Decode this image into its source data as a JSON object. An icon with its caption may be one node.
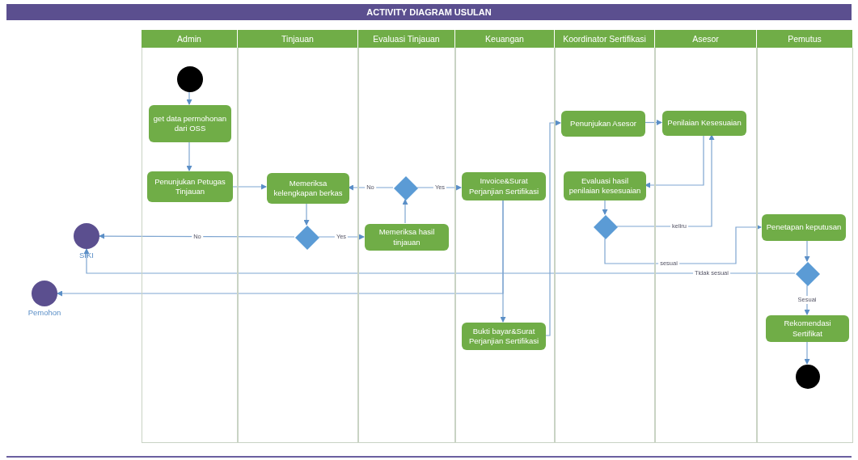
{
  "diagram": {
    "title": "ACTIVITY DIAGRAM USULAN",
    "nodes": [
      {
        "text": [
          "Admin"
        ]
      },
      {
        "text": [],
        "shape": "circle",
        "in": 0
      },
      {
        "text": [
          "get data permohonan dari OSS"
        ],
        "in": 0
      },
      {
        "text": [
          "Penunjukan Petugas Tinjauan"
        ],
        "in": 0
      },
      {
        "text": [
          "Tinjauan"
        ]
      },
      {
        "text": [
          "Memeriksa kelengkapan berkas"
        ],
        "in": 4
      },
      {
        "text": [],
        "shape": "diamond",
        "in": 4
      },
      {
        "text": [
          "Evaluasi Tinjauan"
        ]
      },
      {
        "text": [],
        "shape": "diamond",
        "in": 7
      },
      {
        "text": [
          "Memeriksa hasil tinjauan"
        ],
        "in": 7
      },
      {
        "text": [
          "Keuangan"
        ]
      },
      {
        "text": [
          "Invoice&Surat Perjanjian Sertifikasi"
        ],
        "in": 10
      },
      {
        "text": [
          "Bukti bayar&Surat Perjanjian Sertifikasi"
        ],
        "in": 10
      },
      {
        "text": [
          "Koordinator Sertifikasi"
        ]
      },
      {
        "text": [
          "Penunjukan Asesor"
        ],
        "in": 13
      },
      {
        "text": [
          "Evaluasi hasil penilaian kesesuaian"
        ],
        "in": 13
      },
      {
        "text": [],
        "shape": "diamond",
        "in": 13
      },
      {
        "text": [
          "Asesor"
        ]
      },
      {
        "text": [
          "Penilaian Kesesuaian"
        ],
        "in": 17
      },
      {
        "text": [
          "Pemutus"
        ]
      },
      {
        "text": [
          "Penetapan keputusan"
        ],
        "in": 19
      },
      {
        "text": [],
        "shape": "diamond",
        "in": 19
      },
      {
        "text": [
          "Rekomendasi Sertifikat"
        ],
        "in": 19
      },
      {
        "text": [],
        "shape": "circle",
        "in": 19
      },
      {
        "text": [
          "SIKI"
        ]
      },
      {
        "text": [
          "Pemohon"
        ]
      }
    ],
    "edges": [
      {
        "from": 1,
        "to": 2,
        "arrow": "to"
      },
      {
        "from": 2,
        "to": 3,
        "arrow": "to"
      },
      {
        "from": 3,
        "to": 5,
        "arrow": "to"
      },
      {
        "from": 5,
        "to": 6,
        "arrow": "to"
      },
      {
        "from": 6,
        "to": 24,
        "arrow": "to",
        "label": "No"
      },
      {
        "from": 6,
        "to": 9,
        "arrow": "to",
        "label": "Yes"
      },
      {
        "from": 9,
        "to": 8,
        "arrow": "to"
      },
      {
        "from": 8,
        "to": 5,
        "arrow": "to",
        "label": "No"
      },
      {
        "from": 8,
        "to": 11,
        "arrow": "to",
        "label": "Yes"
      },
      {
        "from": 11,
        "to": 25,
        "arrow": "to"
      },
      {
        "from": 11,
        "to": 12,
        "arrow": "to"
      },
      {
        "from": 12,
        "to": 14,
        "arrow": "to"
      },
      {
        "from": 14,
        "to": 18,
        "arrow": "to"
      },
      {
        "from": 18,
        "to": 15,
        "arrow": "to"
      },
      {
        "from": 15,
        "to": 16,
        "arrow": "to"
      },
      {
        "from": 16,
        "to": 18,
        "arrow": "to",
        "label": "keliru"
      },
      {
        "from": 16,
        "to": 20,
        "arrow": "to",
        "label": "sesuai"
      },
      {
        "from": 20,
        "to": 21,
        "arrow": "to"
      },
      {
        "from": 21,
        "to": 24,
        "arrow": "to",
        "label": "Tidak sesuai"
      },
      {
        "from": 21,
        "to": 22,
        "arrow": "to",
        "label": "Sesuai"
      },
      {
        "from": 22,
        "to": 23,
        "arrow": "to"
      }
    ]
  }
}
